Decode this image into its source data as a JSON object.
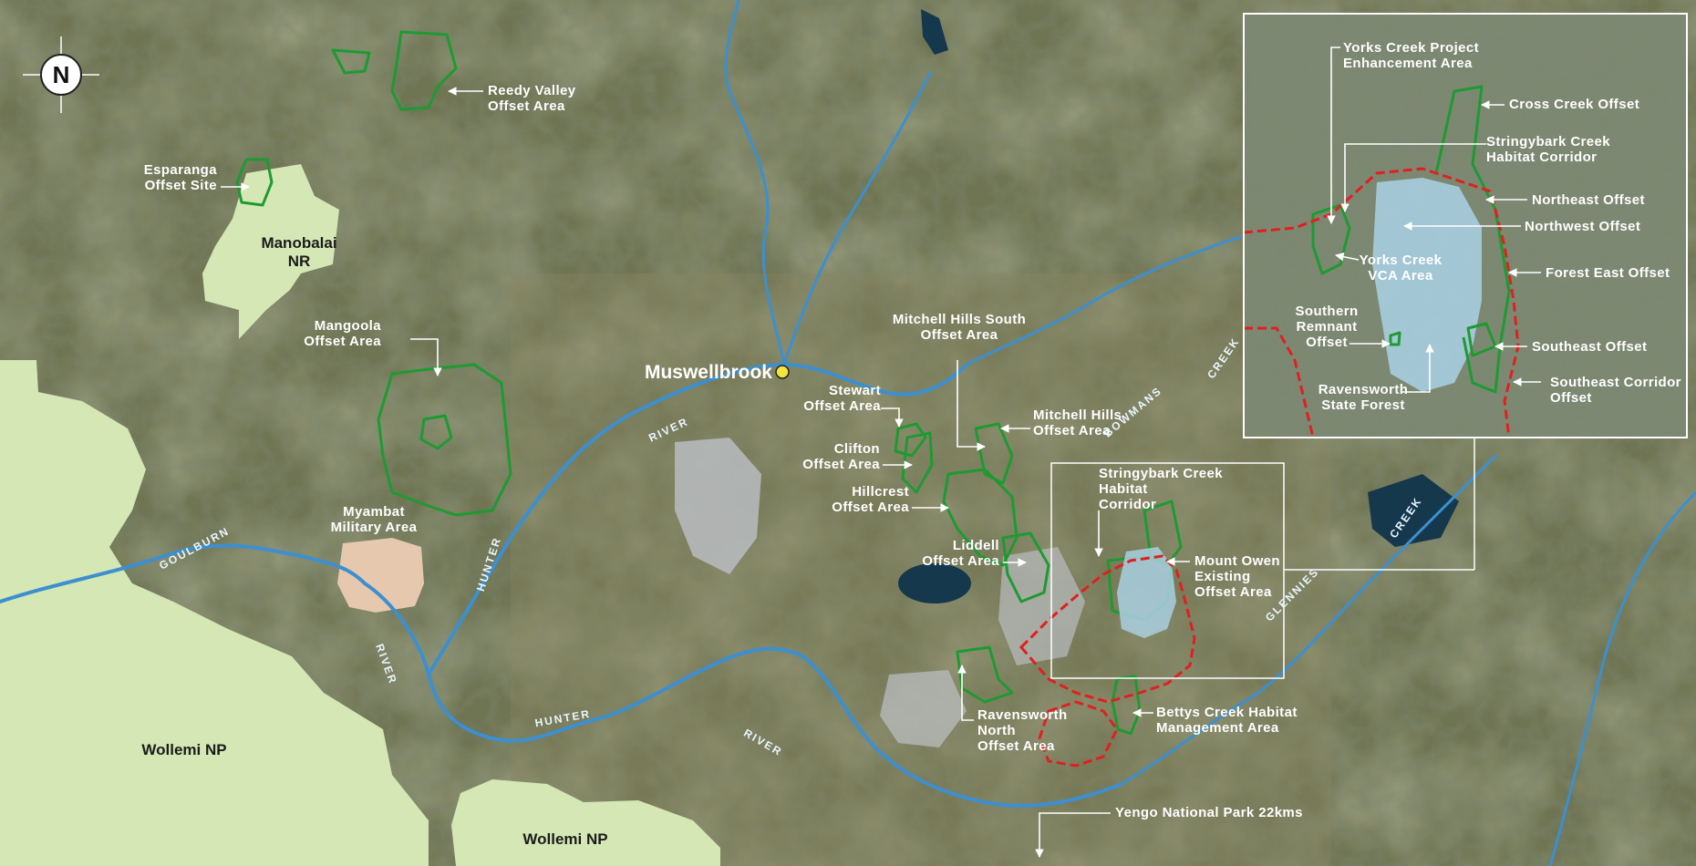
{
  "map": {
    "north_label": "N",
    "town": "Muswellbrook",
    "parks": [
      {
        "lines": [
          "Manobalai",
          "NR"
        ]
      },
      {
        "lines": [
          "Wollemi NP"
        ]
      },
      {
        "lines": [
          "Wollemi NP"
        ]
      }
    ],
    "military_area": {
      "lines": [
        "Myambat",
        "Military Area"
      ]
    },
    "rivers": [
      "GOULBURN",
      "HUNTER",
      "RIVER",
      "RIVER",
      "HUNTER",
      "RIVER",
      "BOWMANS",
      "CREEK",
      "GLENNIES",
      "CREEK"
    ],
    "offsets": [
      {
        "lines": [
          "Reedy Valley",
          "Offset Area"
        ]
      },
      {
        "lines": [
          "Esparanga",
          "Offset Site"
        ]
      },
      {
        "lines": [
          "Mangoola",
          "Offset Area"
        ]
      },
      {
        "lines": [
          "Stewart",
          "Offset Area"
        ]
      },
      {
        "lines": [
          "Mitchell Hills South",
          "Offset Area"
        ]
      },
      {
        "lines": [
          "Mitchell Hills",
          "Offset Area"
        ]
      },
      {
        "lines": [
          "Clifton",
          "Offset Area"
        ]
      },
      {
        "lines": [
          "Hillcrest",
          "Offset Area"
        ]
      },
      {
        "lines": [
          "Liddell",
          "Offset Area"
        ]
      },
      {
        "lines": [
          "Stringybark Creek",
          "Habitat",
          "Corridor"
        ]
      },
      {
        "lines": [
          "Mount Owen",
          "Existing",
          "Offset Area"
        ]
      },
      {
        "lines": [
          "Ravensworth",
          "North",
          "Offset Area"
        ]
      },
      {
        "lines": [
          "Bettys Creek Habitat",
          "Management Area"
        ]
      },
      {
        "lines": [
          "Yengo National Park 22kms"
        ]
      }
    ],
    "inset_labels": [
      {
        "lines": [
          "Yorks Creek Project",
          "Enhancement Area"
        ]
      },
      {
        "lines": [
          "Cross Creek Offset"
        ]
      },
      {
        "lines": [
          "Stringybark Creek",
          "Habitat Corridor"
        ]
      },
      {
        "lines": [
          "Northeast Offset"
        ]
      },
      {
        "lines": [
          "Northwest Offset"
        ]
      },
      {
        "lines": [
          "Yorks Creek",
          "VCA Area"
        ]
      },
      {
        "lines": [
          "Forest East Offset"
        ]
      },
      {
        "lines": [
          "Southern",
          "Remnant",
          "Offset"
        ]
      },
      {
        "lines": [
          "Southeast Offset"
        ]
      },
      {
        "lines": [
          "Ravensworth",
          "State Forest"
        ]
      },
      {
        "lines": [
          "Southeast Corridor",
          "Offset"
        ]
      }
    ],
    "colors": {
      "terrain": "#6f7452",
      "park": "#d4e7b4",
      "military": "#e5c8ae",
      "offset_outline": "#1e9a32",
      "red_boundary": "#e02020",
      "river": "#3c8fd0",
      "water": "#16384c",
      "mine": "#b9bcbf",
      "inset_fill": "#a9cfe1"
    }
  }
}
